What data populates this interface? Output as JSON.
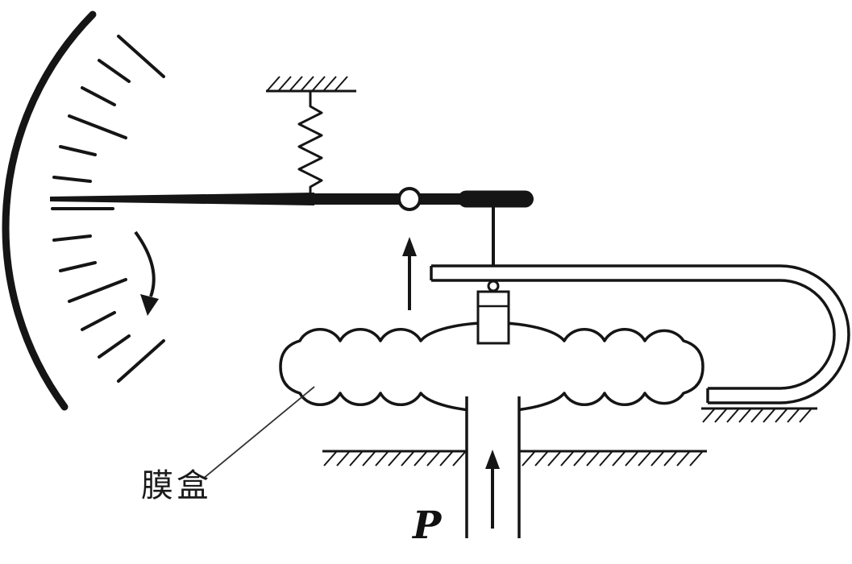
{
  "page": {
    "background": "#ffffff",
    "ink_color": "#151515"
  },
  "diagram": {
    "kind": "membrane-box pressure gauge schematic",
    "labels": {
      "membrane_box": "膜盒",
      "pressure_symbol": "P"
    },
    "parts": [
      "dial-scale-arc",
      "scale-tick-marks",
      "rotation-direction-arrow",
      "pointer-needle",
      "pivot-bearing",
      "restoring-spring",
      "spring-anchor-support",
      "motion-up-arrow",
      "link-rod",
      "lever-bar-frame-tube",
      "membrane-capsule",
      "capsule-stem-cylinder",
      "stem-knob",
      "pressure-inlet-pipe",
      "ground-hatching",
      "right-support-block",
      "pressure-arrow"
    ]
  }
}
